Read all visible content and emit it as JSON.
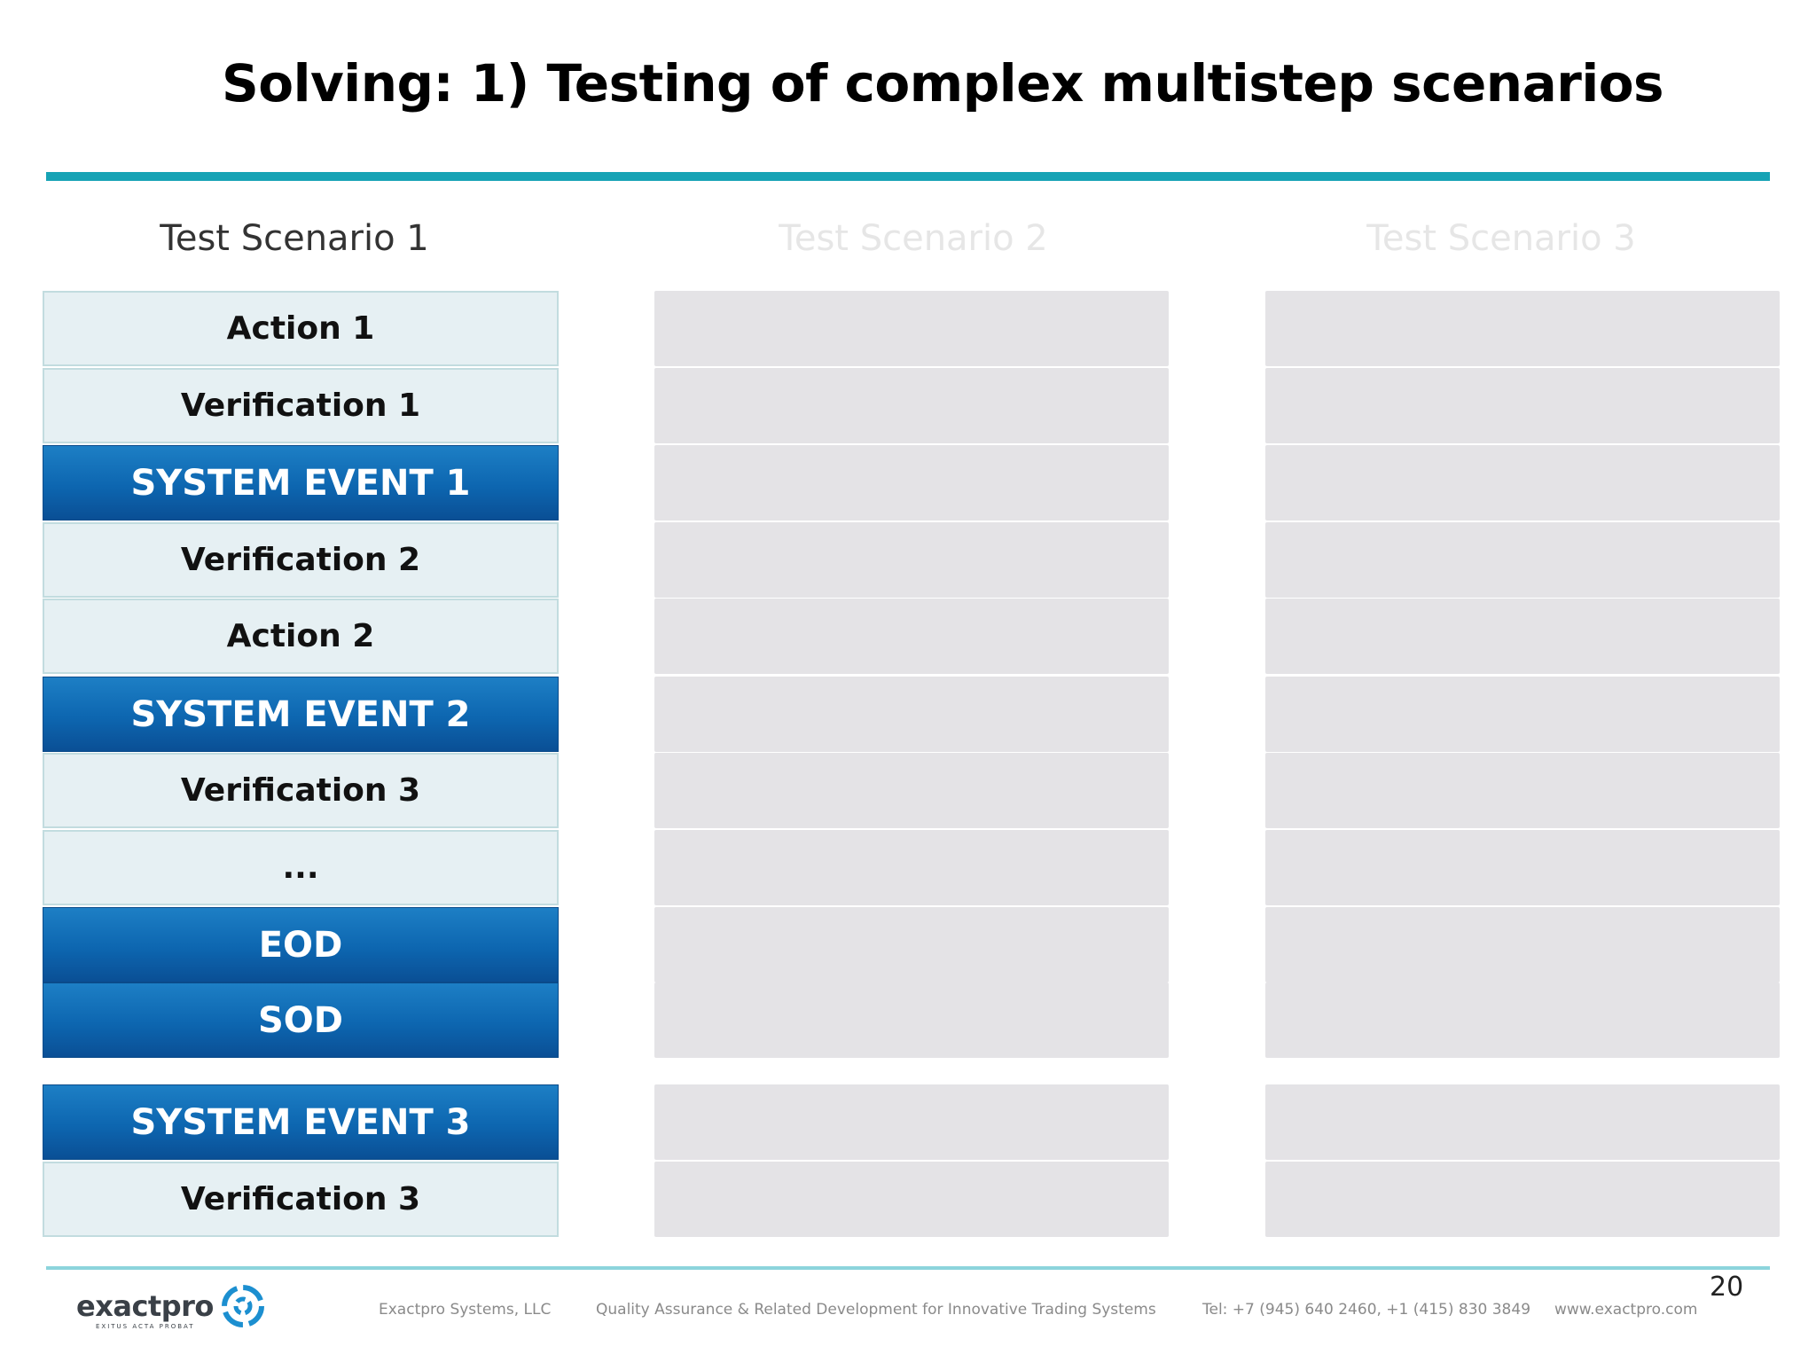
{
  "slide": {
    "title": "Solving: 1) Testing of complex multistep scenarios",
    "page_number": "20"
  },
  "columns": [
    {
      "header": "Test Scenario 1",
      "state": "active"
    },
    {
      "header": "Test Scenario 2",
      "state": "faded"
    },
    {
      "header": "Test Scenario 3",
      "state": "faded"
    }
  ],
  "scenario1_steps": [
    {
      "label": "Action 1",
      "kind": "step"
    },
    {
      "label": "Verification 1",
      "kind": "step"
    },
    {
      "label": "SYSTEM EVENT 1",
      "kind": "system"
    },
    {
      "label": "Verification 2",
      "kind": "step"
    },
    {
      "label": "Action 2",
      "kind": "step"
    },
    {
      "label": "SYSTEM EVENT 2",
      "kind": "system"
    },
    {
      "label": "Verification 3",
      "kind": "step"
    },
    {
      "label": "...",
      "kind": "step"
    },
    {
      "label": "EOD",
      "kind": "system"
    },
    {
      "label": "SOD",
      "kind": "system"
    },
    {
      "label": "SYSTEM EVENT 3",
      "kind": "system"
    },
    {
      "label": "Verification 3",
      "kind": "step"
    }
  ],
  "colors": {
    "accent_rule": "#17a3b5",
    "system_event_blue": "#0d66b0",
    "step_fill": "#e6f0f3",
    "placeholder_grey": "#e4e3e6"
  },
  "footer": {
    "logo_text": "exactpro",
    "logo_tagline": "EXITUS ACTA PROBAT",
    "logo_icon": "exactpro-swirl-icon",
    "company": "Exactpro Systems, LLC",
    "tagline": "Quality Assurance & Related Development for Innovative Trading Systems",
    "phone": "Tel: +7 (945) 640 2460, +1 (415) 830 3849",
    "website": "www.exactpro.com"
  }
}
